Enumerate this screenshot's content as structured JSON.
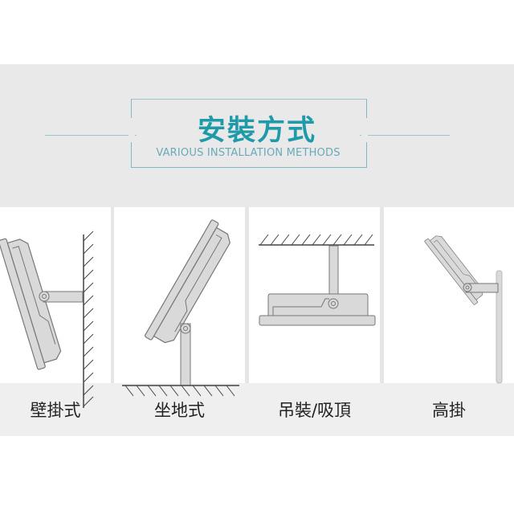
{
  "header": {
    "title": "安裝方式",
    "subtitle": "VARIOUS INSTALLATION METHODS"
  },
  "methods": [
    {
      "label": "壁掛式",
      "icon": "wall-mount-diagram"
    },
    {
      "label": "坐地式",
      "icon": "floor-mount-diagram"
    },
    {
      "label": "吊裝/吸頂",
      "icon": "ceiling-mount-diagram"
    },
    {
      "label": "高掛",
      "icon": "pole-mount-diagram"
    }
  ],
  "colors": {
    "accent": "#1e9aa9",
    "band": "#e9e9ea",
    "fixture": "#d9d9d9",
    "outline": "#777777"
  }
}
